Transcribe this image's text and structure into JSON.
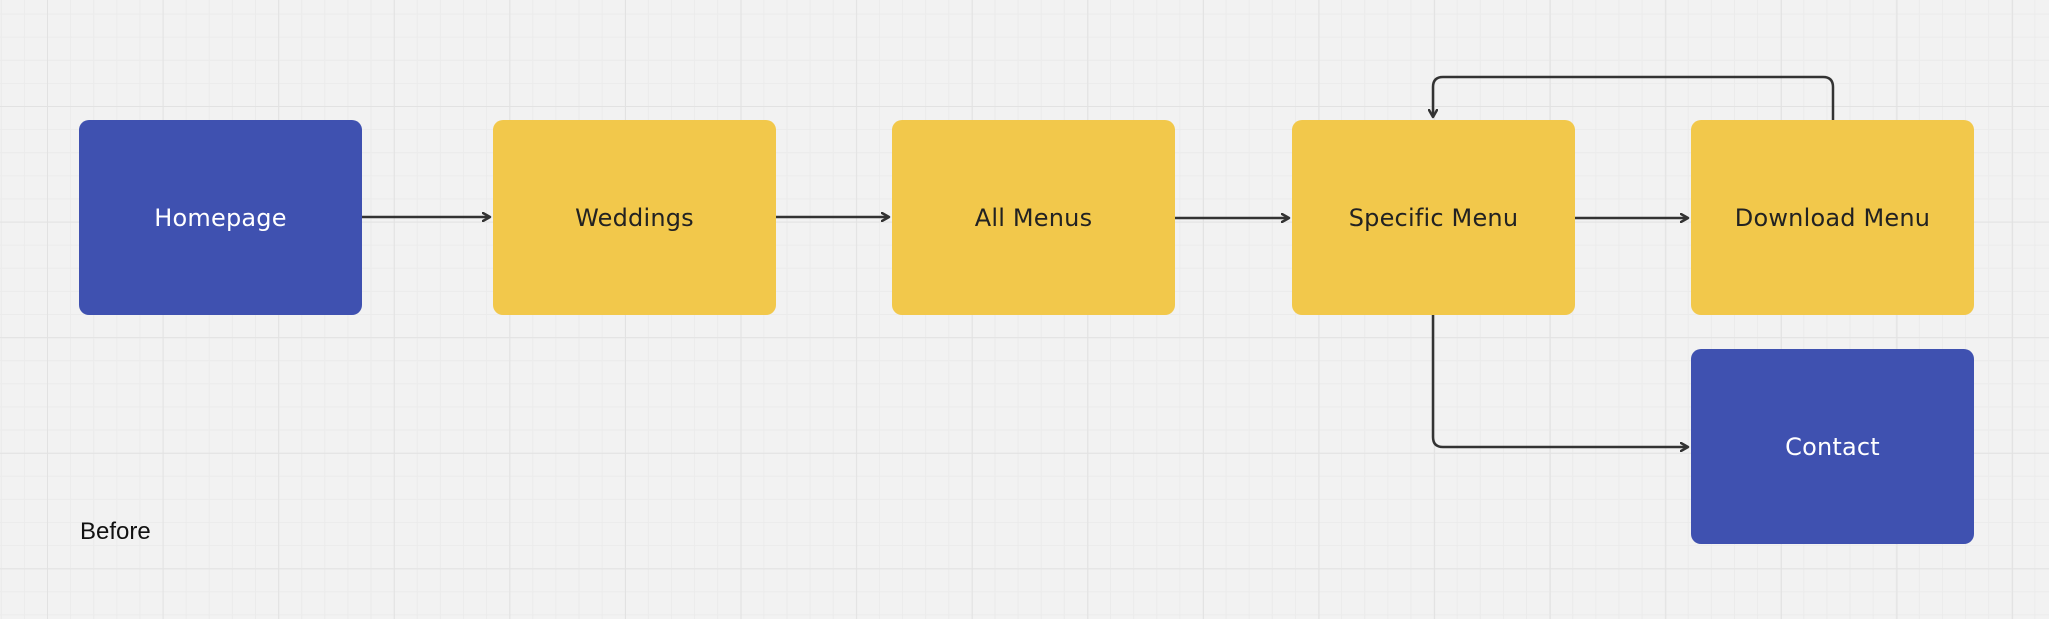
{
  "diagram": {
    "nodes": [
      {
        "id": "homepage",
        "label": "Homepage",
        "style": "primary"
      },
      {
        "id": "weddings",
        "label": "Weddings",
        "style": "secondary"
      },
      {
        "id": "allmenus",
        "label": "All Menus",
        "style": "secondary"
      },
      {
        "id": "specific",
        "label": "Specific Menu",
        "style": "secondary"
      },
      {
        "id": "download",
        "label": "Download Menu",
        "style": "secondary"
      },
      {
        "id": "contact",
        "label": "Contact",
        "style": "primary"
      }
    ],
    "edges": [
      {
        "from": "homepage",
        "to": "weddings"
      },
      {
        "from": "weddings",
        "to": "allmenus"
      },
      {
        "from": "allmenus",
        "to": "specific"
      },
      {
        "from": "specific",
        "to": "download"
      },
      {
        "from": "download",
        "to": "specific"
      },
      {
        "from": "specific",
        "to": "contact"
      }
    ],
    "caption": "Before"
  },
  "colors": {
    "primary_node": "#3f51b0",
    "secondary_node": "#f2c84b",
    "connector": "#333333",
    "background": "#f2f2f2",
    "grid": "#e2e2e2"
  }
}
